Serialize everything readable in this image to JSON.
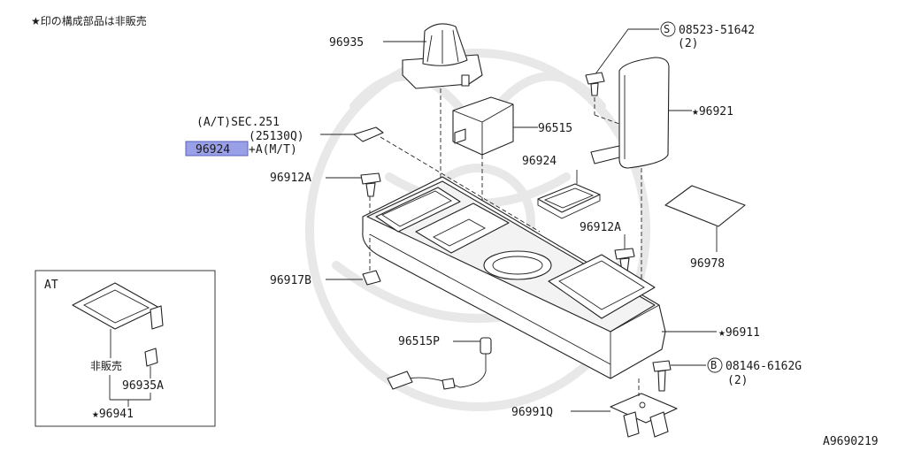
{
  "header_note": "★印の構成部品は非販売",
  "diagram_id": "A9690219",
  "colors": {
    "highlight": "#9aa0e8",
    "line": "#222222",
    "watermark": "#e8e8e8"
  },
  "labels": {
    "p96935": "96935",
    "screw_s": "08523-51642",
    "screw_s_qty": "(2)",
    "screw_s_prefix": "S",
    "p96921": "★96921",
    "at_sec": "(A/T)SEC.251",
    "at_part": "(25130Q)",
    "p96924_hl": "96924",
    "mt_note": "+A(M/T)",
    "p96515": "96515",
    "p96924": "96924",
    "p96912A_left": "96912A",
    "p96912A_right": "96912A",
    "p96978": "96978",
    "p96917B": "96917B",
    "p96911": "★96911",
    "p96515P": "96515P",
    "bolt_b": "08146-6162G",
    "bolt_b_qty": "(2)",
    "bolt_b_prefix": "B",
    "p96991Q": "96991Q"
  },
  "inset": {
    "title": "AT",
    "not_sold": "非販売",
    "p96935A": "96935A",
    "p96941": "★96941"
  }
}
